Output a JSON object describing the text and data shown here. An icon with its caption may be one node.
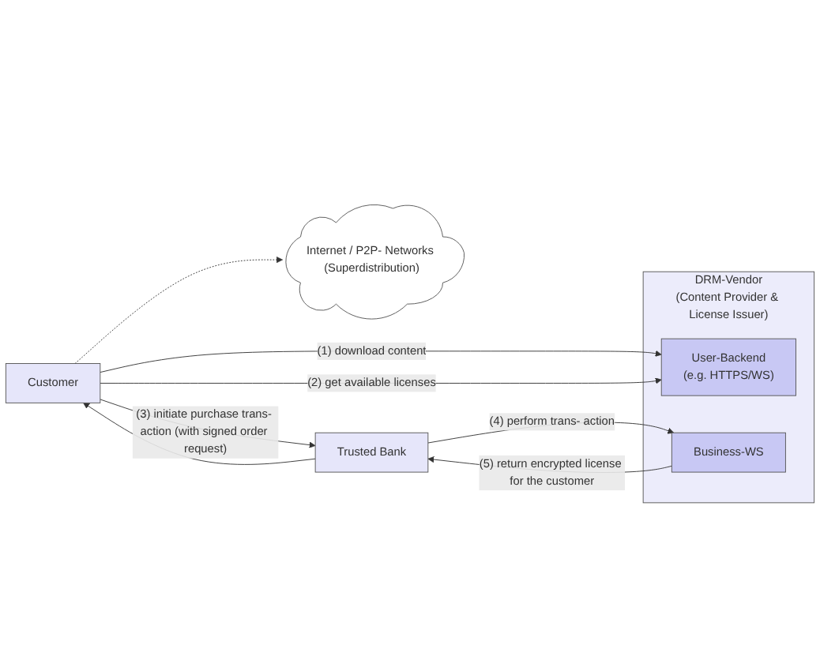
{
  "diagram": {
    "nodes": [
      {
        "text": [
          "Internet / P2P- Networks (Superdistribution)"
        ]
      },
      {
        "text": [
          "Customer"
        ]
      },
      {
        "text": [
          "DRM-Vendor",
          "(Content Provider & License Issuer)"
        ]
      },
      {
        "text": [
          "User-Backend",
          "(e.g. HTTPS/WS)"
        ],
        "in": 2
      },
      {
        "text": [
          "Business-WS"
        ],
        "in": 2
      },
      {
        "text": [
          "Trusted Bank"
        ]
      }
    ],
    "edges": [
      {
        "from": 1,
        "to": 0,
        "arrow": "to",
        "style": "dashed"
      },
      {
        "from": 1,
        "to": 3,
        "arrow": "to",
        "label": "(1) download content"
      },
      {
        "from": 1,
        "to": 3,
        "arrow": "to",
        "label": "(2) get available licenses"
      },
      {
        "from": 1,
        "to": 5,
        "arrow": "to",
        "label": "(3) initiate purchase trans- action (with signed order request)"
      },
      {
        "from": 5,
        "to": 4,
        "arrow": "to",
        "label": "(4) perform trans- action"
      },
      {
        "from": 4,
        "to": 5,
        "arrow": "to",
        "label": "(5) return encrypted license for the customer"
      },
      {
        "from": 5,
        "to": 1,
        "arrow": "to"
      }
    ]
  }
}
